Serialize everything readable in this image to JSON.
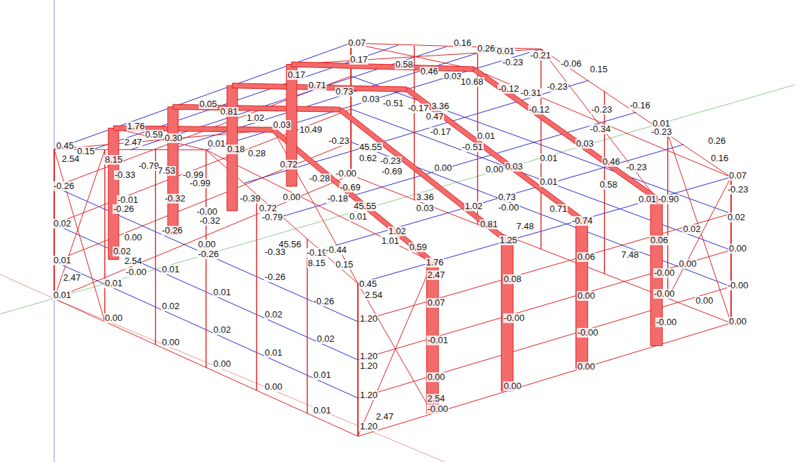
{
  "diagram": {
    "labels": [
      "0.07",
      "0.16",
      "0.26",
      "0.01",
      "-0.21",
      "-0.23",
      "-0.06",
      "0.15",
      "0.17",
      "0.58",
      "0.46",
      "0.03",
      "10.68",
      "-0.12",
      "-0.31",
      "-0.23",
      "0.17",
      "0.71",
      "0.73",
      "0.03",
      "-0.51",
      "-0.17",
      "3.36",
      "0.47",
      "-0.12",
      "-0.23",
      "-0.16",
      "0.05",
      "0.81",
      "1.02",
      "0.03",
      "10.49",
      "45.55",
      "-0.23",
      "0.62",
      "1.76",
      "0.59",
      "0.30",
      "0.45",
      "0.15",
      "2.54",
      "8.15",
      "-0.79",
      "2.47",
      "0.01",
      "0.18",
      "0.28",
      "0.72",
      "7.53",
      "-0.99",
      "-0.99",
      "-0.33",
      "-0.17",
      "0.01",
      "-0.51",
      "0.03",
      "-0.34",
      "0.01",
      "-0.23",
      "0.26",
      "0.16",
      "-0.23",
      "0.00",
      "0.01",
      "0.46",
      "-0.23",
      "0.07",
      "-0.23",
      "-0.00",
      "-0.28",
      "-0.69",
      "-0.69",
      "0.00",
      "0.03",
      "-0.26",
      "-0.32",
      "-0.01",
      "-0.26",
      "-0.00",
      "-0.39",
      "0.00",
      "-0.18",
      "45.55",
      "3.36",
      "0.03",
      "0.01",
      "-0.32",
      "0.72",
      "-0.79",
      "45.56",
      "-0.19",
      "0.73",
      "0.01",
      "0.58",
      "0.01",
      "-0.90",
      "0.71",
      "1.02",
      "-0.00",
      "0.81",
      "7.48",
      "-0.74",
      "1.02",
      "1.01",
      "0.59",
      "-0.44",
      "8.15",
      "0.15",
      "1.76",
      "1.25",
      "7.48",
      "0.06",
      "0.02",
      "0.02",
      "0.00",
      "0.00",
      "-0.00",
      "-0.00",
      "0.00",
      "0.00",
      "-0.00",
      "-0.00",
      "0.06",
      "0.08",
      "0.00",
      "-0.00",
      "-0.00",
      "0.00",
      "0.00",
      "2.47",
      "0.07",
      "-0.01",
      "0.00",
      "2.54",
      "-0.00",
      "0.45",
      "2.54",
      "1.20",
      "1.20",
      "1.20",
      "1.20",
      "2.47",
      "1.20",
      "-0.26",
      "0.02",
      "0.01",
      "0.01",
      "-0.33",
      "-0.26",
      "0.02",
      "0.01",
      "0.00",
      "0.01",
      "0.02",
      "0.00",
      "-0.26",
      "0.01",
      "0.02",
      "0.00",
      "0.00",
      "0.01",
      "0.02",
      "0.01",
      "2.47",
      "0.01",
      "0.02",
      "2.54",
      "-0.00",
      "0.00",
      "0.00",
      "-0.26"
    ]
  }
}
